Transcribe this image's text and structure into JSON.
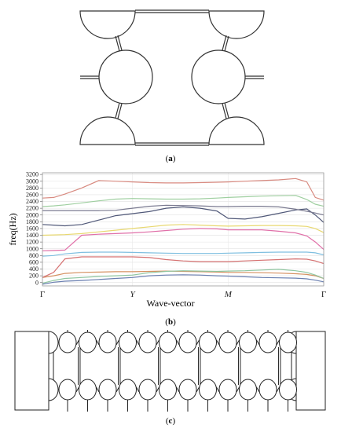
{
  "figure": {
    "panel_a": {
      "caption": "a"
    },
    "panel_b": {
      "caption": "b"
    },
    "panel_c": {
      "caption": "c"
    }
  },
  "chart_data": {
    "type": "line",
    "title": "",
    "ylabel": "freq(Hz)",
    "xlabel": "Wave-vector",
    "x_ticks": [
      "Γ",
      "Y",
      "M",
      "Γ"
    ],
    "x_tick_positions": [
      0,
      0.32,
      0.66,
      1.0
    ],
    "y_ticks": [
      0,
      200,
      400,
      600,
      800,
      1000,
      1200,
      1400,
      1600,
      1800,
      2000,
      2200,
      2400,
      2600,
      2800,
      3000,
      3200
    ],
    "ylim": [
      -100,
      3250
    ],
    "xlim": [
      0,
      1
    ],
    "grid": true,
    "x": [
      0,
      0.04,
      0.08,
      0.14,
      0.2,
      0.26,
      0.32,
      0.38,
      0.44,
      0.5,
      0.56,
      0.62,
      0.66,
      0.72,
      0.78,
      0.84,
      0.9,
      0.94,
      0.97,
      1.0
    ],
    "series": [
      {
        "color": "#6a7fb0",
        "values": [
          -50,
          10,
          40,
          60,
          90,
          120,
          150,
          200,
          220,
          230,
          220,
          200,
          190,
          170,
          150,
          140,
          130,
          110,
          70,
          20
        ]
      },
      {
        "color": "#d59060",
        "values": [
          150,
          200,
          270,
          300,
          310,
          320,
          320,
          330,
          340,
          330,
          320,
          310,
          300,
          300,
          290,
          280,
          260,
          240,
          200,
          120
        ]
      },
      {
        "color": "#8fc6a0",
        "values": [
          -20,
          60,
          120,
          150,
          180,
          200,
          220,
          290,
          330,
          350,
          340,
          330,
          340,
          350,
          370,
          390,
          350,
          300,
          220,
          120
        ]
      },
      {
        "color": "#d57070",
        "values": [
          150,
          300,
          700,
          760,
          760,
          760,
          760,
          740,
          680,
          640,
          620,
          620,
          620,
          640,
          660,
          680,
          700,
          690,
          640,
          560
        ]
      },
      {
        "color": "#7fbfe0",
        "values": [
          780,
          800,
          850,
          890,
          900,
          900,
          890,
          880,
          870,
          860,
          860,
          860,
          870,
          880,
          890,
          900,
          900,
          900,
          880,
          820
        ]
      },
      {
        "color": "#e06fa8",
        "values": [
          940,
          950,
          960,
          1400,
          1430,
          1450,
          1470,
          1500,
          1540,
          1580,
          1600,
          1590,
          1560,
          1560,
          1560,
          1520,
          1470,
          1380,
          1200,
          980
        ]
      },
      {
        "color": "#e8d870",
        "values": [
          1400,
          1410,
          1420,
          1450,
          1500,
          1550,
          1600,
          1650,
          1700,
          1720,
          1700,
          1680,
          1670,
          1680,
          1690,
          1690,
          1680,
          1660,
          1600,
          1480
        ]
      },
      {
        "color": "#505878",
        "values": [
          1720,
          1700,
          1680,
          1720,
          1850,
          1980,
          2040,
          2100,
          2200,
          2240,
          2200,
          2120,
          1900,
          1880,
          1950,
          2050,
          2150,
          2180,
          2000,
          1780
        ]
      },
      {
        "color": "#7a7a90",
        "values": [
          2130,
          2130,
          2130,
          2130,
          2130,
          2140,
          2200,
          2260,
          2290,
          2280,
          2270,
          2250,
          2250,
          2260,
          2260,
          2240,
          2170,
          2110,
          2060,
          2000
        ]
      },
      {
        "color": "#9fcfa0",
        "values": [
          2250,
          2270,
          2300,
          2360,
          2420,
          2470,
          2490,
          2480,
          2470,
          2470,
          2480,
          2500,
          2520,
          2540,
          2560,
          2570,
          2580,
          2460,
          2320,
          2260
        ]
      },
      {
        "color": "#d88a80",
        "values": [
          2500,
          2520,
          2620,
          2800,
          3020,
          3000,
          2980,
          2960,
          2950,
          2950,
          2960,
          2970,
          2980,
          3000,
          3020,
          3040,
          3080,
          2980,
          2520,
          2440
        ]
      }
    ]
  }
}
